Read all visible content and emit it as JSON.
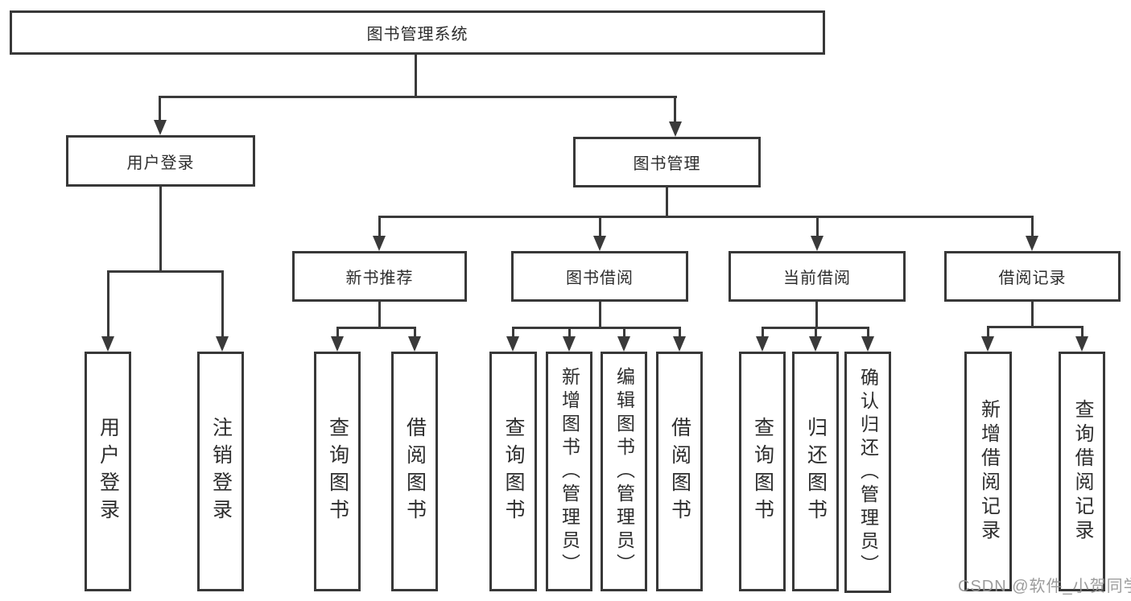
{
  "title": "图书管理系统",
  "watermark": "CSDN @软件_小贺同学",
  "colors": {
    "line": "#3a3a3a",
    "box_border": "#383838",
    "text": "#2d2d2d",
    "background": "#ffffff",
    "watermark": "#949494"
  },
  "diagram_type": "hierarchical-function-tree",
  "tree": {
    "root": {
      "label": "图书管理系统",
      "children": [
        {
          "label": "用户登录",
          "children": [
            {
              "label": "用户登录"
            },
            {
              "label": "注销登录"
            }
          ]
        },
        {
          "label": "图书管理",
          "children": [
            {
              "label": "新书推荐",
              "children": [
                {
                  "label": "查询图书"
                },
                {
                  "label": "借阅图书"
                }
              ]
            },
            {
              "label": "图书借阅",
              "children": [
                {
                  "label": "查询图书"
                },
                {
                  "label": "新增图书（管理员）"
                },
                {
                  "label": "编辑图书（管理员）"
                },
                {
                  "label": "借阅图书"
                }
              ]
            },
            {
              "label": "当前借阅",
              "children": [
                {
                  "label": "查询图书"
                },
                {
                  "label": "归还图书"
                },
                {
                  "label": "确认归还（管理员）"
                }
              ]
            },
            {
              "label": "借阅记录",
              "children": [
                {
                  "label": "新增借阅记录"
                },
                {
                  "label": "查询借阅记录"
                }
              ]
            }
          ]
        }
      ]
    }
  }
}
